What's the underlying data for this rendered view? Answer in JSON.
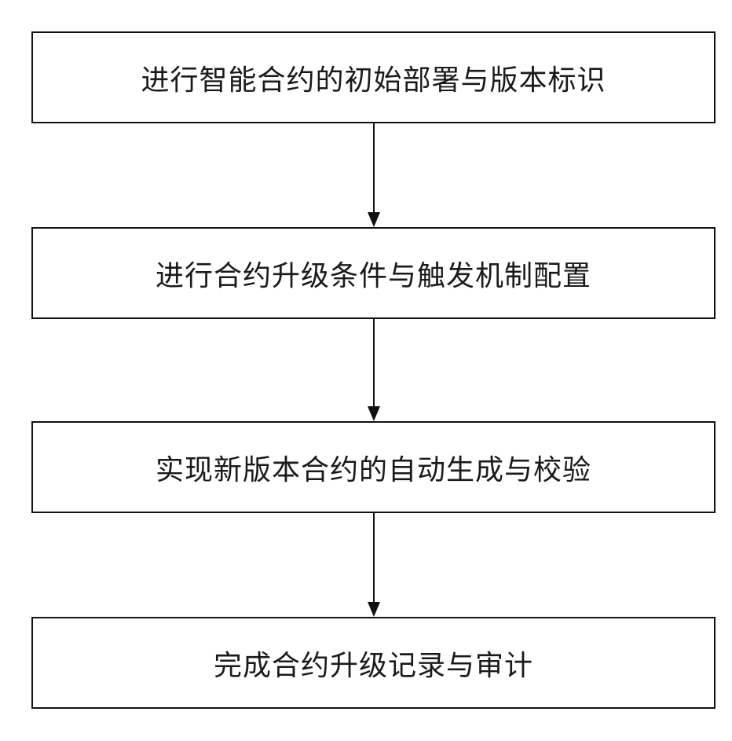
{
  "flowchart": {
    "steps": [
      {
        "label": "进行智能合约的初始部署与版本标识"
      },
      {
        "label": "进行合约升级条件与触发机制配置"
      },
      {
        "label": "实现新版本合约的自动生成与校验"
      },
      {
        "label": "完成合约升级记录与审计"
      }
    ],
    "colors": {
      "border": "#111111",
      "arrow": "#111111",
      "text": "#1a1a1a",
      "background": "#ffffff"
    }
  }
}
